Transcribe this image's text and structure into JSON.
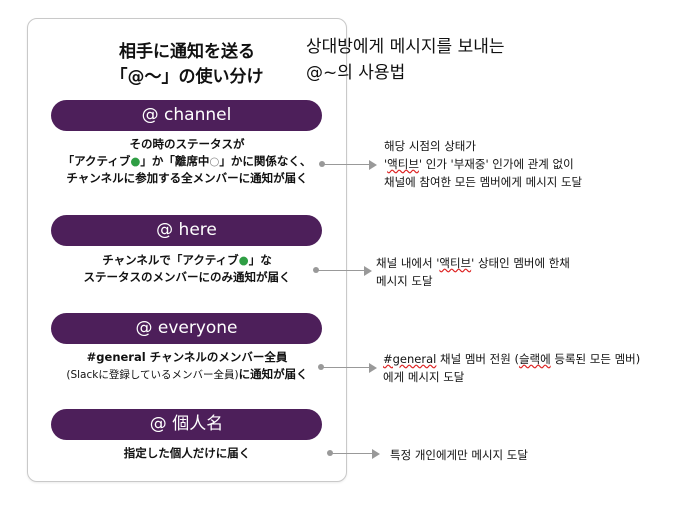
{
  "card": {
    "title_line1": "相手に通知を送る",
    "title_line2": "「@〜」の使い分け"
  },
  "korean_title": {
    "line1": "상대방에게 메시지를 보내는",
    "line2": "@~의 사용법"
  },
  "sections": [
    {
      "pill": "@ channel",
      "desc": {
        "line1": "その時のステータスが",
        "line2_a": "「アクティブ",
        "line2_green": "●",
        "line2_b": "」か「離席中",
        "line2_circle": "○",
        "line2_c": "」かに関係なく、",
        "line3": "チャンネルに参加する全メンバーに通知が届く"
      },
      "note": {
        "line1": "해당 시점의 상태가",
        "line2_a": "'",
        "line2_sq": "액티브",
        "line2_b": "' 인가 '",
        "line2_sq2": "부재중",
        "line2_c": "' 인가에 관계 없이",
        "line3": "채널에 참여한 모든 멤버에게 메시지 도달"
      }
    },
    {
      "pill": "@ here",
      "desc": {
        "line1_a": "チャンネルで「アクティブ",
        "line1_green": "●",
        "line1_b": "」な",
        "line2": "ステータスのメンバーにのみ通知が届く"
      },
      "note": {
        "line1_a": "채널 내에서 '",
        "line1_sq": "액티브",
        "line1_b": "' 상태인 멤버에 한채",
        "line2": "메시지 도달"
      }
    },
    {
      "pill": "@ everyone",
      "desc": {
        "line1": "#general チャンネルのメンバー全員",
        "line2_small": "(Slackに登録しているメンバー全員)",
        "line2_b": "に通知が届く"
      },
      "note": {
        "line1_sq": "#general",
        "line1_a": " 채널 멤버 전원 (",
        "line1_sq2": "슬랙에",
        "line1_b": " 등록된 모든 멤버)",
        "line2": "에게 메시지 도달"
      }
    },
    {
      "pill": "@ 個人名",
      "desc": {
        "line1": "指定した個人だけに届く"
      },
      "note": {
        "line1": "특정 개인에게만 메시지 도달"
      }
    }
  ],
  "colors": {
    "pill_bg": "#4d1f5a",
    "active_green": "#2f9e44",
    "arrow_gray": "#999999"
  }
}
